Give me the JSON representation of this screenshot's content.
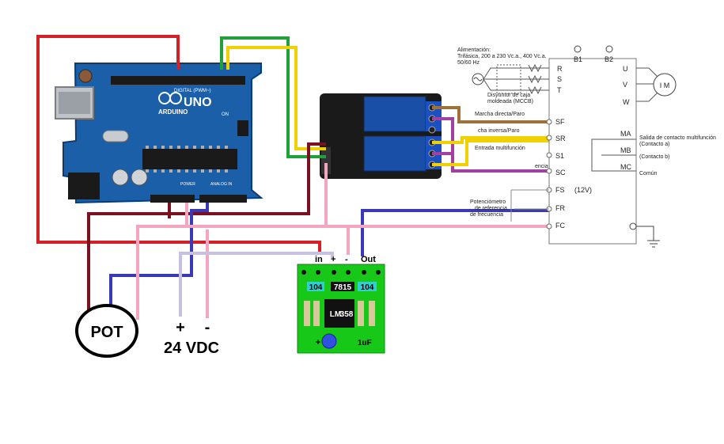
{
  "arduino": {
    "brand": "ARDUINO",
    "model": "UNO",
    "header_digital": "DIGITAL (PWM~)",
    "header_power": "POWER",
    "header_analog": "ANALOG IN",
    "label_on": "ON"
  },
  "pot": {
    "label": "POT"
  },
  "supply": {
    "plus": "+",
    "minus": "-",
    "label": "24 VDC"
  },
  "board": {
    "pin_in": "in",
    "pin_plus": "+",
    "pin_minus": "-",
    "pin_out": "Out",
    "res_left": "104",
    "regulator": "7815",
    "res_right": "104",
    "opamp_line1": "LM",
    "opamp_line2": "358",
    "cap_plus": "+",
    "cap_value": "1uF"
  },
  "schematic": {
    "supply_title_1": "Alimentación:",
    "supply_title_2": "Trifásica, 200 a 230 Vc.a., 400 Vc.a.",
    "supply_title_3": "50/60 Hz",
    "breaker_1": "Disyuntor de caja",
    "breaker_2": "moldeada (MCCB)",
    "input_terms": [
      "R",
      "S",
      "T"
    ],
    "top_terms": [
      "B1",
      "B2"
    ],
    "output_terms": [
      "U",
      "V",
      "W"
    ],
    "motor": "I M",
    "control_terms": [
      "SF",
      "SR",
      "S1",
      "SC",
      "FS",
      "FR",
      "FC"
    ],
    "forward_label": "Marcha directa/Paro",
    "reverse_label": "cha inversa/Paro",
    "multi_input_label": "Entrada multifunción",
    "multi_input_tail": "encia",
    "fs_voltage": "(12V)",
    "pot_ref_1": "Potenciómetro",
    "pot_ref_2": "de referencia",
    "pot_ref_3": "de frecuencia",
    "relay_terms": [
      "MA",
      "MB",
      "MC"
    ],
    "relay_out_1": "Salida de contacto multifunción",
    "relay_out_2": "(Contacto a)",
    "relay_b": "(Contacto b)",
    "relay_common": "Común"
  },
  "colors": {
    "red": "#d42027",
    "darkred": "#7a1020",
    "green": "#20a03a",
    "yellow": "#f0d000",
    "blue": "#3a3ab8",
    "pink": "#f4a6c0",
    "lavender": "#c8c0e0",
    "purple": "#a040a0",
    "brown": "#a0703a",
    "arduino_board": "#1a5fa8",
    "pcb": "#18c818"
  }
}
